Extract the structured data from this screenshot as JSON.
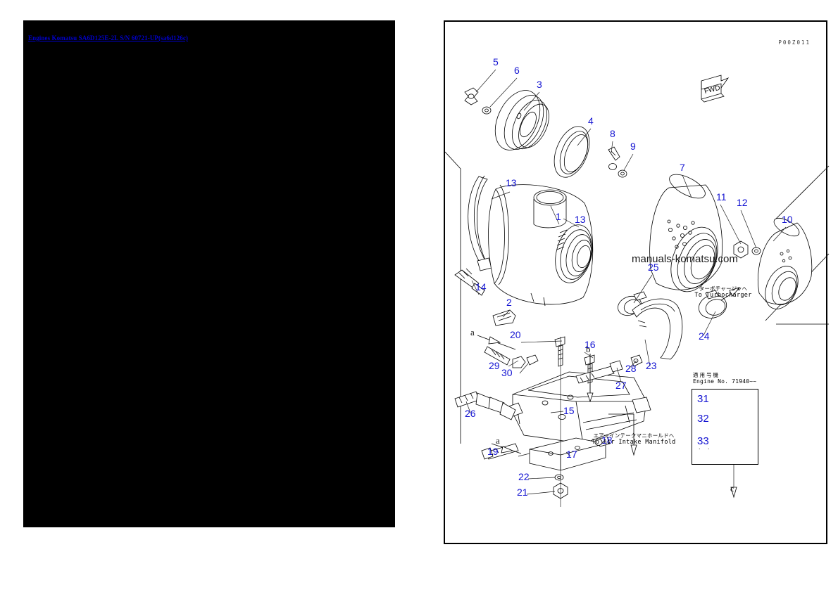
{
  "document": {
    "title_link": "Engines Komatsu SA6D125E-2L S/N 60721-UP(sa6d126c)",
    "page_code": "P00Z011"
  },
  "diagram": {
    "watermark": "manuals-komatsu.com",
    "fwd_label": "FWD",
    "annotations": [
      {
        "id": "to-turbocharger",
        "jp": "ターボチャージャへ",
        "en": "To Turbocharger"
      },
      {
        "id": "to-air-intake-manifold",
        "jp": "エアーインテークマニホールドへ",
        "en": "To Air Intake Manifold"
      }
    ],
    "section_markers": [
      {
        "label": "a"
      },
      {
        "label": "b"
      },
      {
        "label": "a"
      },
      {
        "label": "b"
      }
    ],
    "callouts": [
      {
        "n": "5"
      },
      {
        "n": "6"
      },
      {
        "n": "3"
      },
      {
        "n": "4"
      },
      {
        "n": "8"
      },
      {
        "n": "9"
      },
      {
        "n": "7"
      },
      {
        "n": "11"
      },
      {
        "n": "12"
      },
      {
        "n": "10"
      },
      {
        "n": "13"
      },
      {
        "n": "1"
      },
      {
        "n": "13"
      },
      {
        "n": "25"
      },
      {
        "n": "14"
      },
      {
        "n": "2"
      },
      {
        "n": "20"
      },
      {
        "n": "29"
      },
      {
        "n": "30"
      },
      {
        "n": "16"
      },
      {
        "n": "28"
      },
      {
        "n": "27"
      },
      {
        "n": "23"
      },
      {
        "n": "24"
      },
      {
        "n": "26"
      },
      {
        "n": "15"
      },
      {
        "n": "19"
      },
      {
        "n": "18"
      },
      {
        "n": "17"
      },
      {
        "n": "22"
      },
      {
        "n": "21"
      }
    ],
    "inset": {
      "heading_jp": "適用号機",
      "heading_en": "Engine No. 71940~~",
      "callouts": [
        {
          "n": "31"
        },
        {
          "n": "32"
        },
        {
          "n": "33"
        }
      ],
      "dots": ". ."
    }
  }
}
